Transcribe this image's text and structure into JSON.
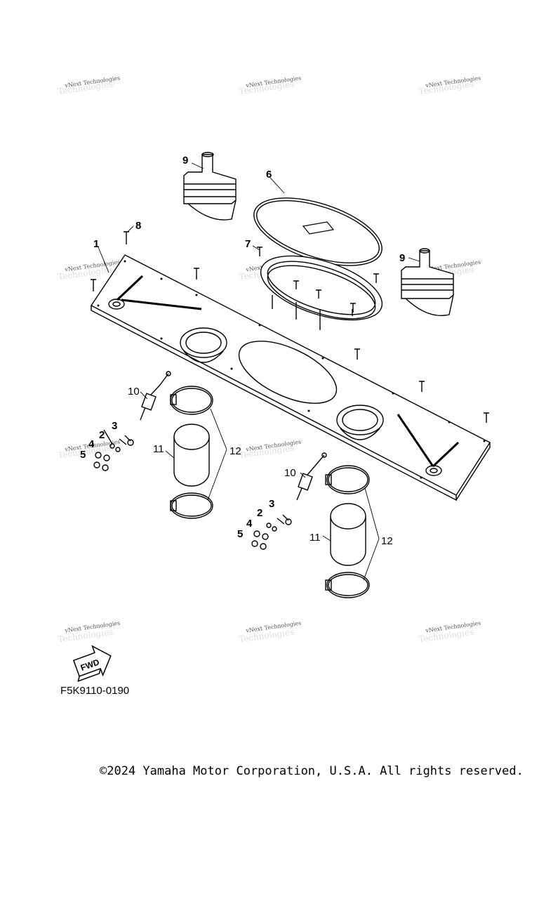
{
  "watermark_text": "vNext Technologies",
  "callouts": {
    "c1": "1",
    "c2a": "2",
    "c2b": "2",
    "c3a": "3",
    "c3b": "3",
    "c4a": "4",
    "c4b": "4",
    "c5a": "5",
    "c5b": "5",
    "c6": "6",
    "c7": "7",
    "c8": "8",
    "c9a": "9",
    "c9b": "9",
    "c10a": "10",
    "c10b": "10",
    "c11a": "11",
    "c11b": "11",
    "c12a": "12",
    "c12b": "12"
  },
  "fwd_label": "FWD",
  "drawing_code": "F5K9110-0190",
  "copyright": "©2024 Yamaha Motor Corporation, U.S.A. All rights reserved."
}
